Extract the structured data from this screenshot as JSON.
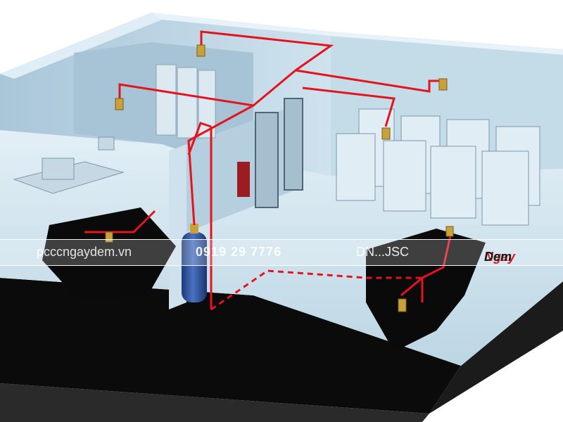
{
  "watermark": {
    "website": "pcccngaydem.vn",
    "phone": "0919 29 7776",
    "company": "DN...JSC",
    "logo_part1": "Ngay",
    "logo_part2": "Dem"
  },
  "colors": {
    "pipe": "#e3141e",
    "wall": "#b9d3e2",
    "floor": "#d6e8f2",
    "base": "#0b0b0b",
    "cylinder": "#2a4f9a",
    "nozzle": "#c9a13a"
  },
  "icons": [
    "nozzle-icon",
    "gas-cylinder-icon",
    "server-rack-icon",
    "door-icon",
    "fire-alarm-panel-icon"
  ]
}
